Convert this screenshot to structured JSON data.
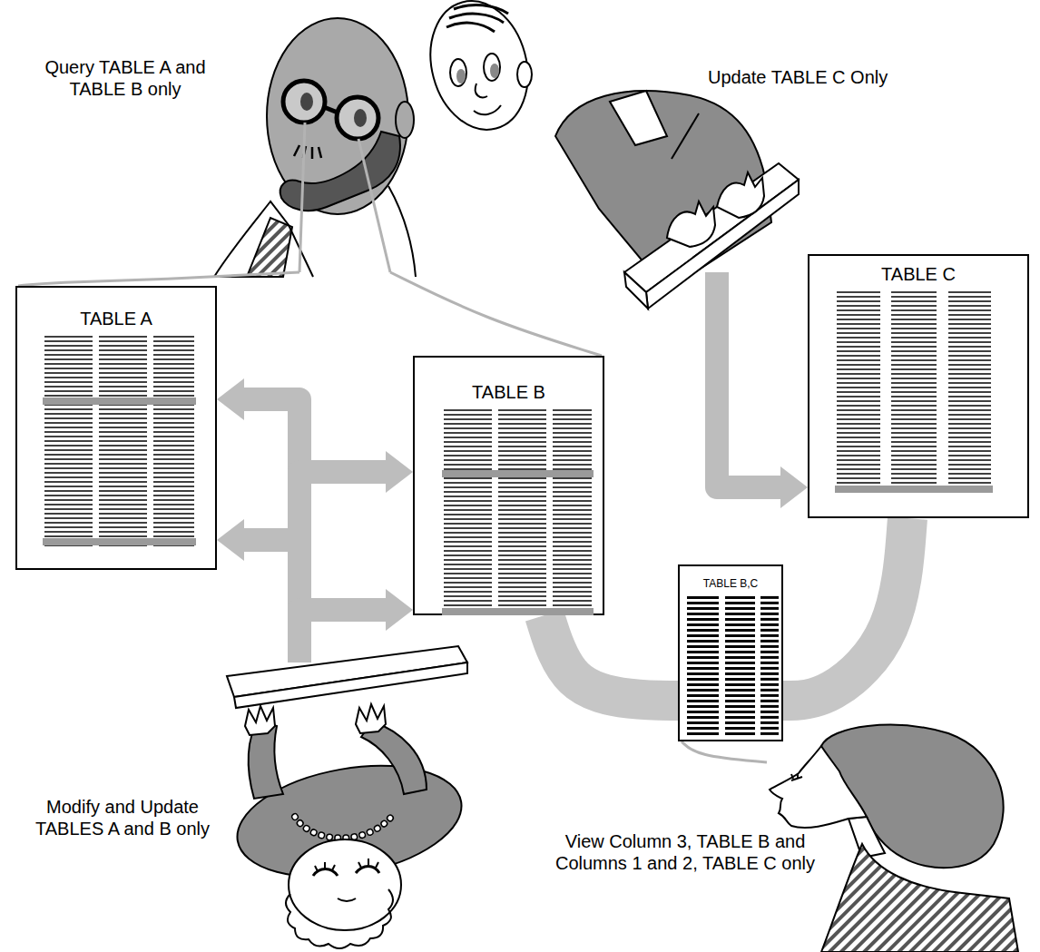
{
  "diagram": {
    "nodes": [
      {
        "text": [
          "Query TABLE A and TABLE B only"
        ]
      },
      {
        "text": [
          "Update TABLE C Only"
        ]
      },
      {
        "text": [
          "TABLE A"
        ]
      },
      {
        "text": [
          "TABLE B"
        ]
      },
      {
        "text": [
          "TABLE C"
        ]
      },
      {
        "text": [
          "TABLE B,C"
        ]
      },
      {
        "text": [
          "Modify and Update TABLES A and B only"
        ]
      },
      {
        "text": [
          "View Column 3, TABLE B and Columns 1 and 2, TABLE C only"
        ]
      }
    ],
    "edges": [
      {
        "from": 0,
        "to": 2,
        "arrow": "none"
      },
      {
        "from": 0,
        "to": 3,
        "arrow": "none"
      },
      {
        "from": 1,
        "to": 4,
        "arrow": "to"
      },
      {
        "from": 6,
        "to": 2,
        "arrow": "to"
      },
      {
        "from": 6,
        "to": 2,
        "arrow": "to"
      },
      {
        "from": 6,
        "to": 3,
        "arrow": "to"
      },
      {
        "from": 6,
        "to": 3,
        "arrow": "to"
      },
      {
        "from": 3,
        "to": 5,
        "arrow": "none"
      },
      {
        "from": 4,
        "to": 5,
        "arrow": "none"
      },
      {
        "from": 5,
        "to": 7,
        "arrow": "none"
      }
    ]
  }
}
